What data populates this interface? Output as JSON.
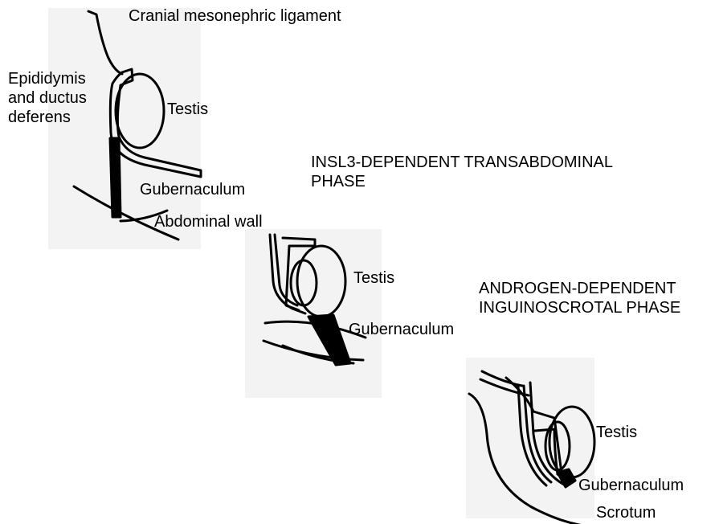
{
  "stage1": {
    "cranial_ligament": "Cranial mesonephric ligament",
    "epididymis": [
      "Epididymis",
      "and ductus",
      "deferens"
    ],
    "testis": "Testis",
    "gubernaculum": "Gubernaculum",
    "abdominal_wall": "Abdominal wall"
  },
  "phase1": [
    "INSL3-DEPENDENT TRANSABDOMINAL",
    "PHASE"
  ],
  "stage2": {
    "testis": "Testis",
    "gubernaculum": "Gubernaculum"
  },
  "phase2": [
    "ANDROGEN-DEPENDENT",
    "INGUINOSCROTAL PHASE"
  ],
  "stage3": {
    "testis": "Testis",
    "gubernaculum": "Gubernaculum",
    "scrotum": "Scrotum"
  }
}
